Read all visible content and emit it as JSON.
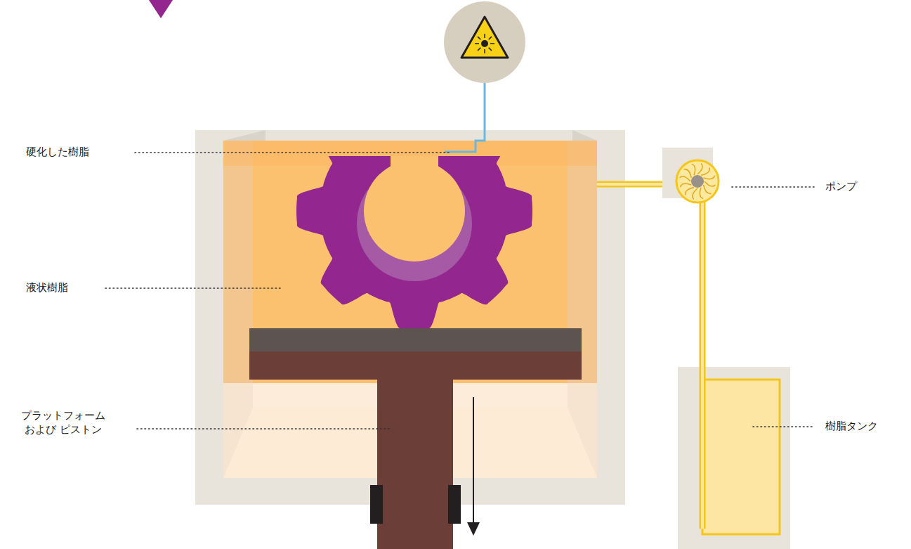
{
  "diagram": {
    "labels": [
      "硬化した樹脂",
      "液状樹脂",
      "プラットフォーム および ピストン",
      "ポンプ",
      "樹脂タンク"
    ]
  }
}
